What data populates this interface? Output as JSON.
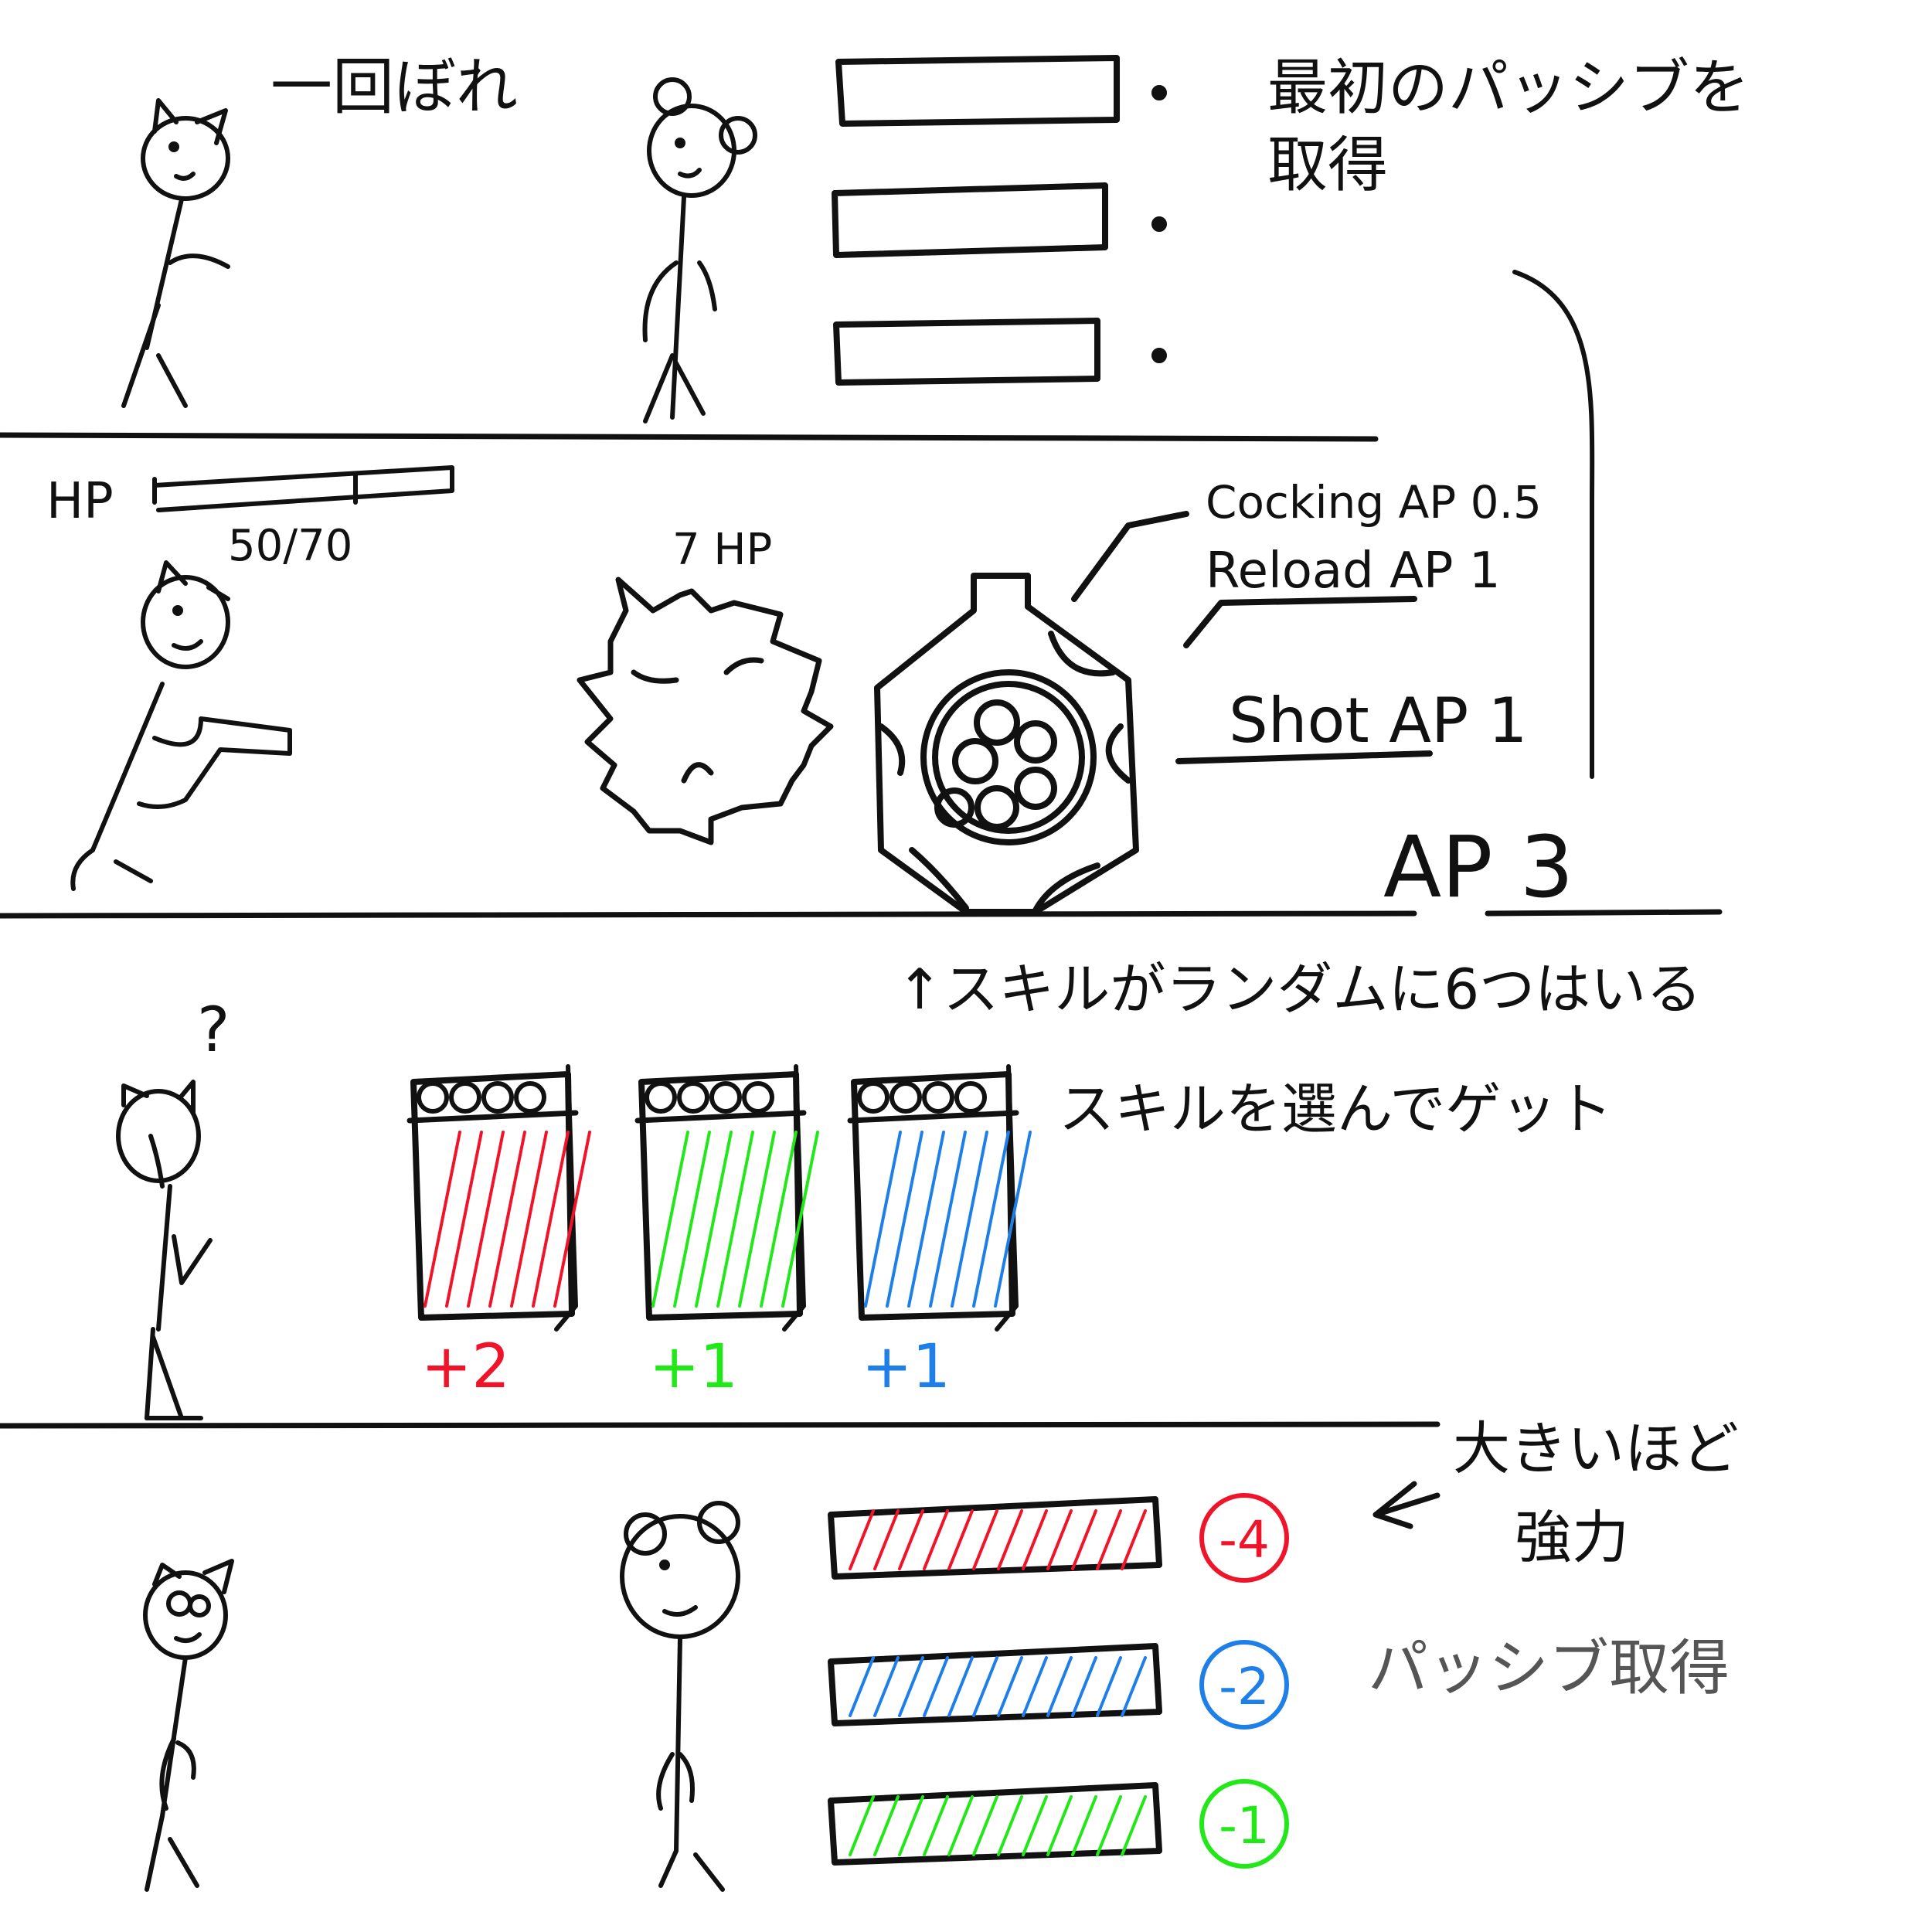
{
  "colors": {
    "ink": "#111111",
    "red": "#f0142a",
    "green": "#22e81a",
    "blue": "#1e7fe8",
    "gray": "#555555"
  },
  "panel1": {
    "speech": "一回ぼれ",
    "note_line1": "最初のパッシブを",
    "note_line2": "取得",
    "slot_count": 3
  },
  "panel2": {
    "hp_label": "HP",
    "hp_value": "50/70",
    "enemy_hp": "7 HP",
    "cocking": "Cocking AP 0.5",
    "reload": "Reload AP 1",
    "shot": "Shot AP 1",
    "ap_total": "AP 3",
    "cylinder_slots": 6
  },
  "panel3": {
    "question": "?",
    "note_line1": "↑スキルがランダムに6つはいる",
    "note_line2": "スキルを選んでゲット",
    "cards": [
      {
        "label": "+2",
        "color": "#f0142a"
      },
      {
        "label": "+1",
        "color": "#22e81a"
      },
      {
        "label": "+1",
        "color": "#1e7fe8"
      }
    ]
  },
  "panel4": {
    "note_line1": "大きいほど",
    "note_line2": "強力",
    "note_passive": "パッシブ取得",
    "passives": [
      {
        "label": "-4",
        "color": "#f0142a"
      },
      {
        "label": "-2",
        "color": "#1e7fe8"
      },
      {
        "label": "-1",
        "color": "#22e81a"
      }
    ]
  }
}
